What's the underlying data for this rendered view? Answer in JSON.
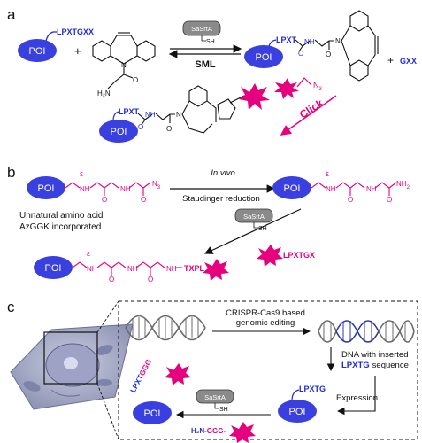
{
  "panels": {
    "a": "a",
    "b": "b",
    "c": "c"
  },
  "poi": "POI",
  "panel_a": {
    "tag": "LPXTGXX",
    "enzyme": "SaSrtA",
    "thiol": "SH",
    "arrow_label": "SML",
    "product_tag": "LPXT",
    "plus": "+",
    "byproduct": "GXX",
    "click": "Click",
    "azide": "N",
    "azide_sub": "3",
    "amine": "H₂N",
    "nh": "NH",
    "n": "N",
    "o": "O"
  },
  "panel_b": {
    "epsilon": "ε",
    "azide": "N",
    "azide_sub": "3",
    "note_line1": "Unnatural amino acid",
    "note_line2": "AzGGK incorporated",
    "reaction_line1": "In vivo",
    "reaction_line2": "Staudinger reduction",
    "amine": "NH",
    "amine_sub": "2",
    "enzyme": "SaSrtA",
    "thiol": "SH",
    "peptide": "LPXTGX",
    "product_tag": "TXPL",
    "nh": "NH",
    "n": "N",
    "o": "O"
  },
  "panel_c": {
    "step1_line1": "CRISPR-Cas9 based",
    "step1_line2": "genomic editing",
    "dna_note_line1": "DNA with inserted",
    "dna_note_tag": "LPXTG",
    "dna_note_rest": "sequence",
    "step2": "Expression",
    "expressed_tag": "LPXTG",
    "enzyme": "SaSrtA",
    "thiol": "SH",
    "product_tag_blue": "LPXT",
    "product_tag_mag": "GGG",
    "reagent_blue": "H₂N-",
    "reagent_mag": "GGG-"
  },
  "colors": {
    "poi": "#3a3fe0",
    "blue": "#1f2bd6",
    "magenta": "#e6007e",
    "enzyme_fill": "#8a8a8a"
  }
}
